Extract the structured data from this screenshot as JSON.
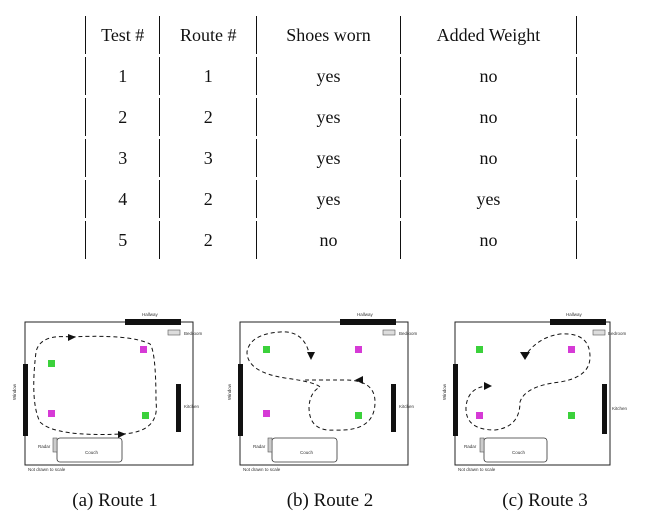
{
  "table": {
    "headers": [
      "Test #",
      "Route #",
      "Shoes worn",
      "Added Weight"
    ],
    "rows": [
      [
        "1",
        "1",
        "yes",
        "no"
      ],
      [
        "2",
        "2",
        "yes",
        "no"
      ],
      [
        "3",
        "3",
        "yes",
        "no"
      ],
      [
        "4",
        "2",
        "yes",
        "yes"
      ],
      [
        "5",
        "2",
        "no",
        "no"
      ]
    ]
  },
  "figures": [
    {
      "caption": "(a) Route 1",
      "labels": {
        "hallway": "Hallway",
        "window": "Window",
        "bedroom": "Bedroom",
        "kitchen": "Kitchen",
        "couch": "Couch",
        "radar": "Radar",
        "not": "Not drawn to scale"
      }
    },
    {
      "caption": "(b) Route 2",
      "labels": {
        "hallway": "Hallway",
        "window": "Window",
        "bedroom": "Bedroom",
        "kitchen": "Kitchen",
        "couch": "Couch",
        "radar": "Radar",
        "not": "Not drawn to scale"
      }
    },
    {
      "caption": "(c) Route 3",
      "labels": {
        "hallway": "Hallway",
        "window": "Window",
        "bedroom": "Bedroom",
        "kitchen": "Kitchen",
        "couch": "Couch",
        "radar": "Radar",
        "not": "Not drawn to scale"
      }
    }
  ],
  "colors": {
    "green_marker": "#3bd13b",
    "magenta_marker": "#d63ad6"
  }
}
